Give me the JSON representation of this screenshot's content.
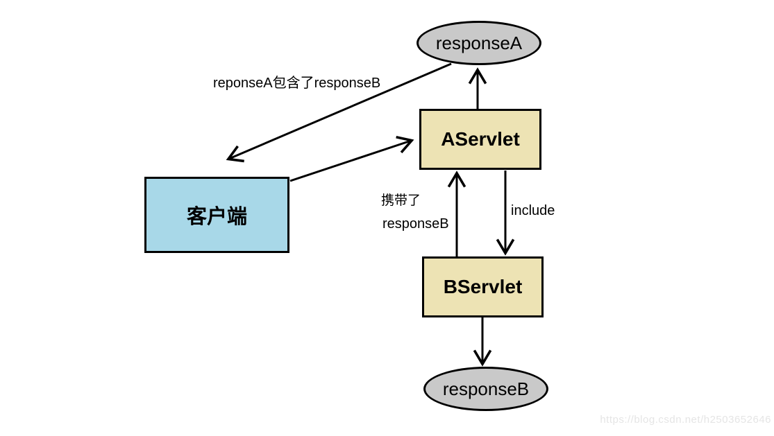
{
  "diagram": {
    "nodes": {
      "response_a": {
        "label": "responseA"
      },
      "aservlet": {
        "label": "AServlet"
      },
      "client": {
        "label": "客户端"
      },
      "bservlet": {
        "label": "BServlet"
      },
      "response_b": {
        "label": "responseB"
      }
    },
    "edge_labels": {
      "contains": "reponseA包含了responseB",
      "carries_line1": "携带了",
      "carries_line2": "responseB",
      "include": "include"
    },
    "colors": {
      "servlet_fill": "#ede3b4",
      "client_fill": "#a8d8e8",
      "response_fill": "#c9c9c9",
      "stroke": "#000000",
      "watermark_color": "#e5e5e5"
    },
    "watermark": "https://blog.csdn.net/h2503652646"
  }
}
